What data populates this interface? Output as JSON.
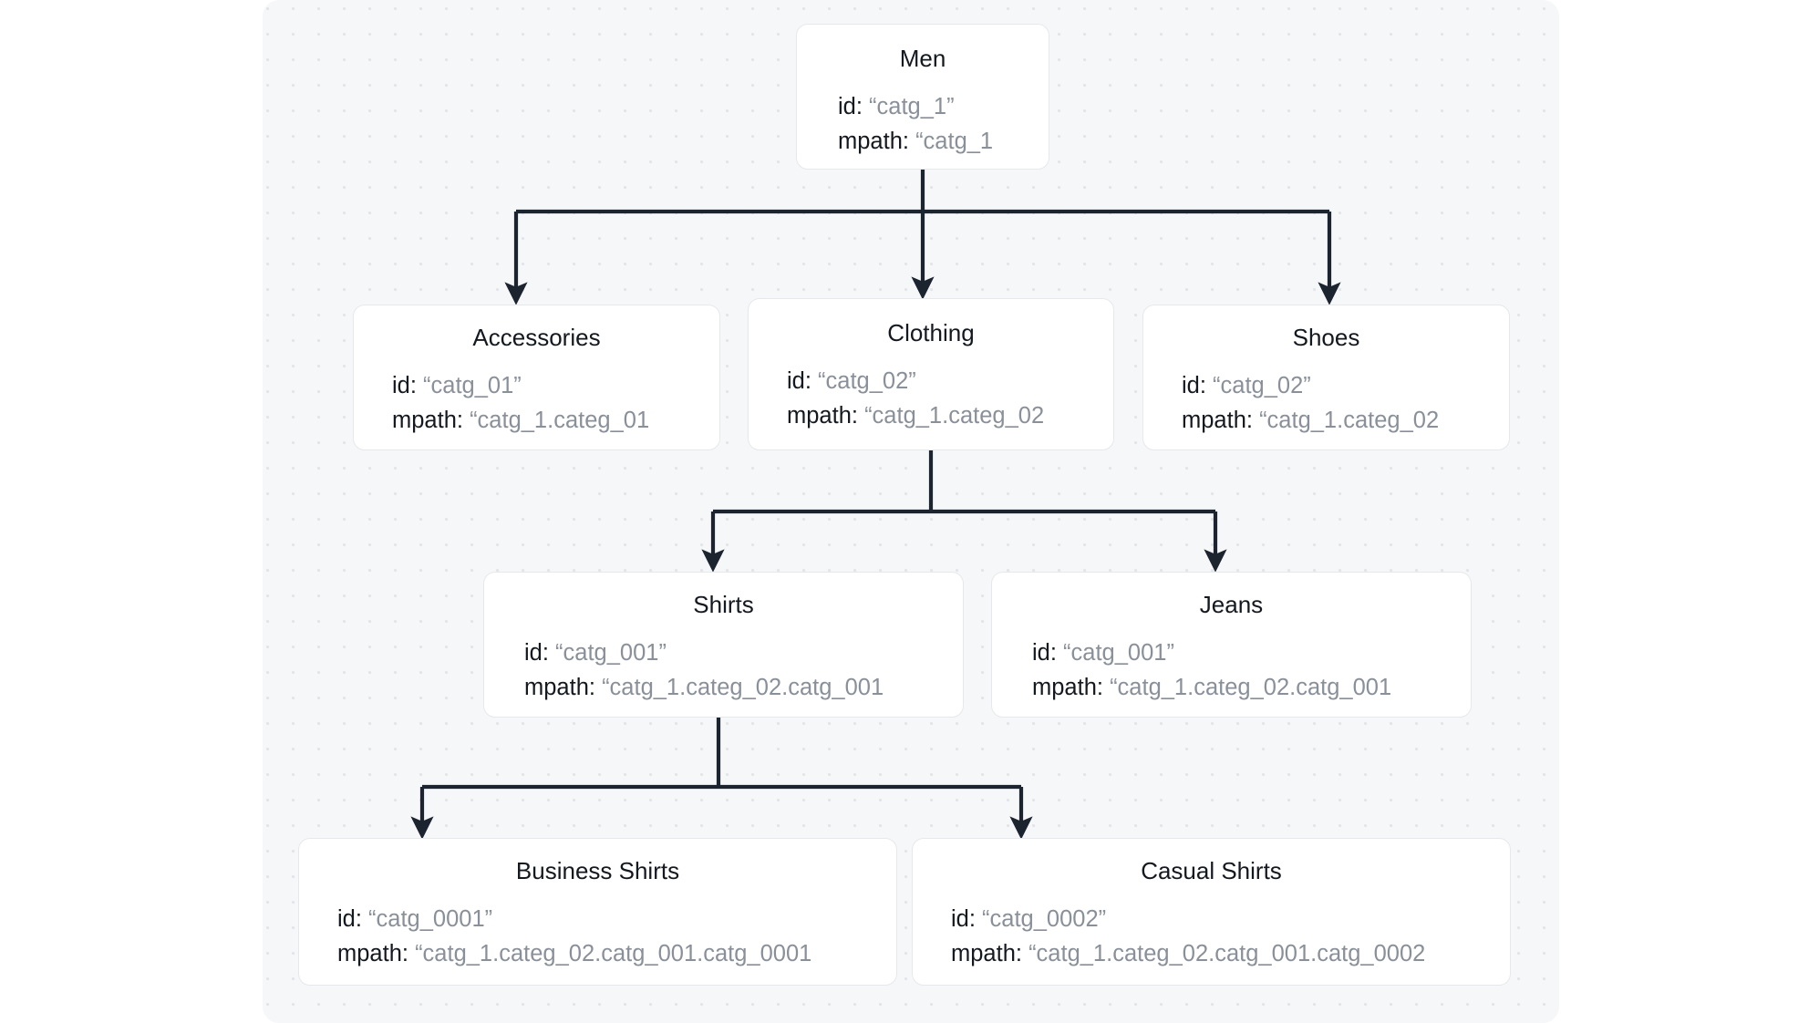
{
  "diagram": {
    "type": "materialized-path-category-tree",
    "nodes": [
      {
        "key": "men",
        "title": "Men",
        "fields": [
          {
            "key": "id:",
            "value": "“catg_1”"
          },
          {
            "key": "mpath:",
            "value": "“catg_1"
          }
        ]
      },
      {
        "key": "accessories",
        "title": "Accessories",
        "fields": [
          {
            "key": "id:",
            "value": "“catg_01”"
          },
          {
            "key": "mpath:",
            "value": "“catg_1.categ_01"
          }
        ]
      },
      {
        "key": "clothing",
        "title": "Clothing",
        "fields": [
          {
            "key": "id:",
            "value": "“catg_02”"
          },
          {
            "key": "mpath:",
            "value": "“catg_1.categ_02"
          }
        ]
      },
      {
        "key": "shoes",
        "title": "Shoes",
        "fields": [
          {
            "key": "id:",
            "value": "“catg_02”"
          },
          {
            "key": "mpath:",
            "value": "“catg_1.categ_02"
          }
        ]
      },
      {
        "key": "shirts",
        "title": "Shirts",
        "fields": [
          {
            "key": "id:",
            "value": "“catg_001”"
          },
          {
            "key": "mpath:",
            "value": "“catg_1.categ_02.catg_001"
          }
        ]
      },
      {
        "key": "jeans",
        "title": "Jeans",
        "fields": [
          {
            "key": "id:",
            "value": "“catg_001”"
          },
          {
            "key": "mpath:",
            "value": "“catg_1.categ_02.catg_001"
          }
        ]
      },
      {
        "key": "business_shirts",
        "title": "Business Shirts",
        "fields": [
          {
            "key": "id:",
            "value": "“catg_0001”"
          },
          {
            "key": "mpath:",
            "value": "“catg_1.categ_02.catg_001.catg_0001"
          }
        ]
      },
      {
        "key": "casual_shirts",
        "title": "Casual Shirts",
        "fields": [
          {
            "key": "id:",
            "value": "“catg_0002”"
          },
          {
            "key": "mpath:",
            "value": "“catg_1.categ_02.catg_001.catg_0002"
          }
        ]
      }
    ],
    "edges": [
      {
        "from": "men",
        "to": "accessories"
      },
      {
        "from": "men",
        "to": "clothing"
      },
      {
        "from": "men",
        "to": "shoes"
      },
      {
        "from": "clothing",
        "to": "shirts"
      },
      {
        "from": "clothing",
        "to": "jeans"
      },
      {
        "from": "shirts",
        "to": "business_shirts"
      },
      {
        "from": "shirts",
        "to": "casual_shirts"
      }
    ],
    "colors": {
      "canvas_background": "#f6f7f9",
      "grid_dot": "#e3e5e9",
      "node_background": "#ffffff",
      "node_border": "#e6e8eb",
      "title_text": "#14181f",
      "key_text": "#14181f",
      "value_text": "#8a9099",
      "edge_stroke": "#1c2430"
    }
  }
}
